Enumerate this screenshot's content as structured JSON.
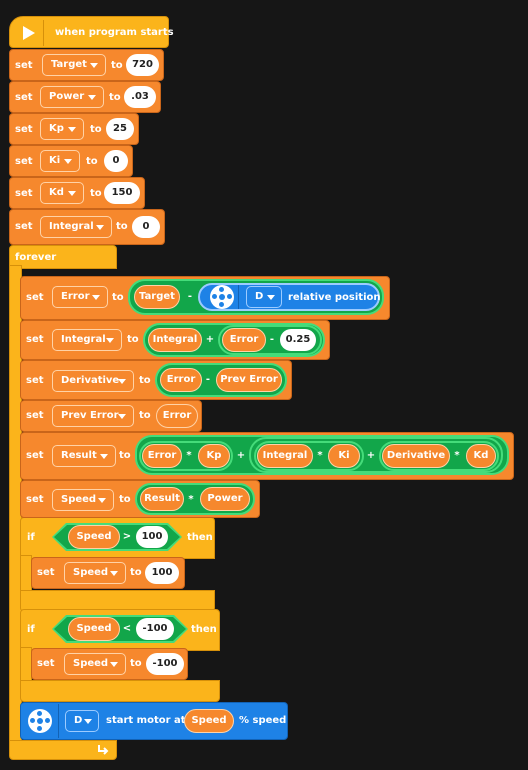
{
  "hat": {
    "label": "when program starts"
  },
  "kw": {
    "set": "set",
    "to": "to",
    "forever": "forever",
    "if": "if",
    "then": "then"
  },
  "inits": [
    {
      "var": "Target",
      "value": "720"
    },
    {
      "var": "Power",
      "value": ".03"
    },
    {
      "var": "Kp",
      "value": "25"
    },
    {
      "var": "Ki",
      "value": "0"
    },
    {
      "var": "Kd",
      "value": "150"
    },
    {
      "var": "Integral",
      "value": "0"
    }
  ],
  "loop": {
    "error": {
      "var": "Error",
      "lhs": "Target",
      "op": "-",
      "port": "D",
      "sensor": "relative position"
    },
    "integral": {
      "var": "Integral",
      "a": "Integral",
      "plus": "+",
      "b": "Error",
      "minus": "-",
      "c": "0.25"
    },
    "derivative": {
      "var": "Derivative",
      "a": "Error",
      "op": "-",
      "b": "Prev Error"
    },
    "prev": {
      "var": "Prev Error",
      "value": "Error"
    },
    "result": {
      "var": "Result",
      "p": {
        "a": "Error",
        "b": "Kp"
      },
      "i": {
        "a": "Integral",
        "b": "Ki"
      },
      "d": {
        "a": "Derivative",
        "b": "Kd"
      },
      "mul": "*",
      "plus": "+"
    },
    "speed": {
      "var": "Speed",
      "a": "Result",
      "op": "*",
      "b": "Power"
    },
    "if1": {
      "var": "Speed",
      "op": ">",
      "value": "100",
      "setVar": "Speed",
      "setValue": "100"
    },
    "if2": {
      "var": "Speed",
      "op": "<",
      "value": "-100",
      "setVar": "Speed",
      "setValue": "-100"
    },
    "motor": {
      "port": "D",
      "label": "start motor at",
      "var": "Speed",
      "unit": "% speed"
    }
  },
  "icons": {
    "flag": "play-flag-icon",
    "motor": "motor-icon",
    "dropdown": "chevron-down-icon",
    "loop": "loop-arrow-icon"
  },
  "colors": {
    "variable": "#F6882D",
    "control": "#FBB41B",
    "operator": "#12A64A",
    "motor": "#1E82E6",
    "background": "#161616"
  }
}
